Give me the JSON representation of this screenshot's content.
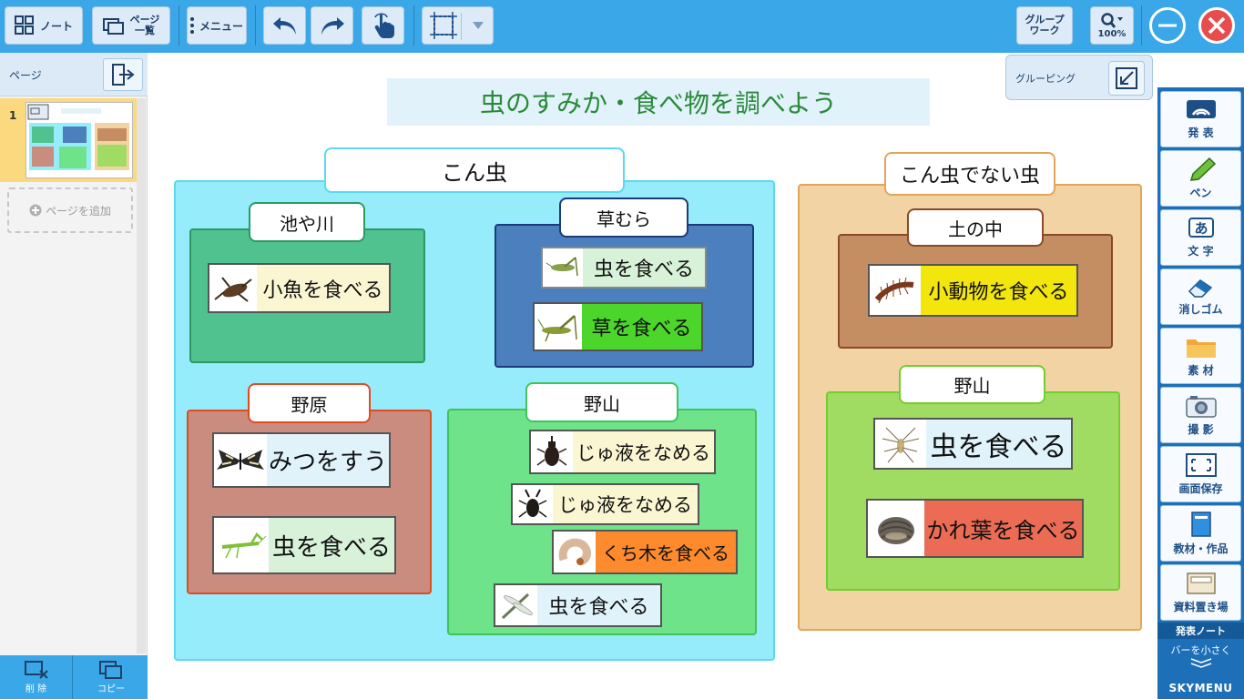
{
  "toolbar": {
    "note_label": "ノート",
    "page_list_label_1": "ページ",
    "page_list_label_2": "一覧",
    "menu_label": "メニュー",
    "groupwork_label_1": "グループ",
    "groupwork_label_2": "ワーク",
    "zoom_level": "100%"
  },
  "left_panel": {
    "header_title": "ページ",
    "current_page": "1",
    "add_page_label": "ページを追加",
    "delete_label": "削 除",
    "copy_label": "コピー"
  },
  "grouping_label": "グルーピング",
  "canvas": {
    "title": "虫のすみか・食べ物を調べよう",
    "insect_group": {
      "label": "こん虫",
      "subgroups": {
        "pond": {
          "label": "池や川",
          "cards": [
            "小魚を食べる"
          ]
        },
        "grass": {
          "label": "草むら",
          "cards": [
            "虫を食べる",
            "草を食べる"
          ]
        },
        "field": {
          "label": "野原",
          "cards": [
            "みつをすう",
            "虫を食べる"
          ]
        },
        "mountain": {
          "label": "野山",
          "cards": [
            "じゅ液をなめる",
            "じゅ液をなめる",
            "くち木を食べる",
            "虫を食べる"
          ]
        }
      }
    },
    "non_insect_group": {
      "label": "こん虫でない虫",
      "subgroups": {
        "soil": {
          "label": "土の中",
          "cards": [
            "小動物を食べる"
          ]
        },
        "mountain": {
          "label": "野山",
          "cards": [
            "虫を食べる",
            "かれ葉を食べる"
          ]
        }
      }
    }
  },
  "right_rail": {
    "tools": [
      "発 表",
      "ペン",
      "文 字",
      "消しゴム",
      "素 材",
      "撮 影",
      "画面保存",
      "教材・作品",
      "資料置き場"
    ],
    "present_note": "発表ノート",
    "shrink_bar": "バーを小さく",
    "brand": "SKYMENU"
  },
  "colors": {
    "toolbar": "#3aa7e8",
    "insect_group": "#96ecfb",
    "non_insect_group": "#f2d3a4",
    "pond": "#4fc28f",
    "grass": "#4b7fbe",
    "field": "#c98c7e",
    "mountain_insect": "#6ee38a",
    "soil": "#c48d62",
    "mountain_non_insect": "#a0dc62",
    "title_text": "#2a8a3a"
  }
}
